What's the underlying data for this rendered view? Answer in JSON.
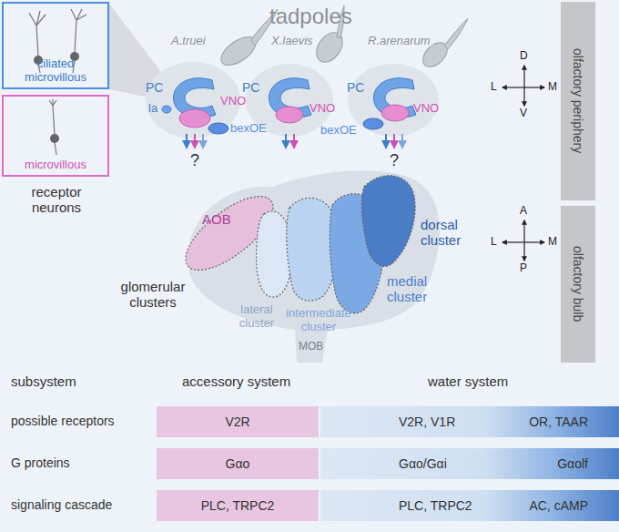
{
  "diagram": {
    "title": "tadpoles",
    "nodes": [
      {
        "text": [
          "ciliated microvillous"
        ]
      },
      {
        "text": [
          "microvillous"
        ]
      },
      {
        "text": [
          "olfactory periphery"
        ]
      },
      {
        "text": [
          "olfactory bulb"
        ]
      },
      {
        "text": [
          "V2R"
        ]
      },
      {
        "text": [
          "V2R, V1R",
          "OR, TAAR"
        ]
      },
      {
        "text": [
          "Gαo"
        ]
      },
      {
        "text": [
          "Gαo/Gαi",
          "Gαolf"
        ]
      },
      {
        "text": [
          "PLC, TRPC2"
        ]
      },
      {
        "text": [
          "PLC, TRPC2",
          "AC, cAMP"
        ]
      }
    ],
    "labels": [
      "receptor neurons",
      "A.truei",
      "X.laevis",
      "R.arenarum",
      "PC",
      "la",
      "VNO",
      "bexOE",
      "PC",
      "VNO",
      "PC",
      "bexOE",
      "VNO",
      "?",
      "?",
      "D",
      "V",
      "L",
      "M",
      "A",
      "P",
      "L",
      "M",
      "AOB",
      "dorsal cluster",
      "medial cluster",
      "glomerular clusters",
      "lateral cluster",
      "intermediate cluster",
      "MOB",
      "subsystem",
      "accessory system",
      "water system",
      "possible receptors",
      "G proteins",
      "signaling cascade"
    ]
  }
}
